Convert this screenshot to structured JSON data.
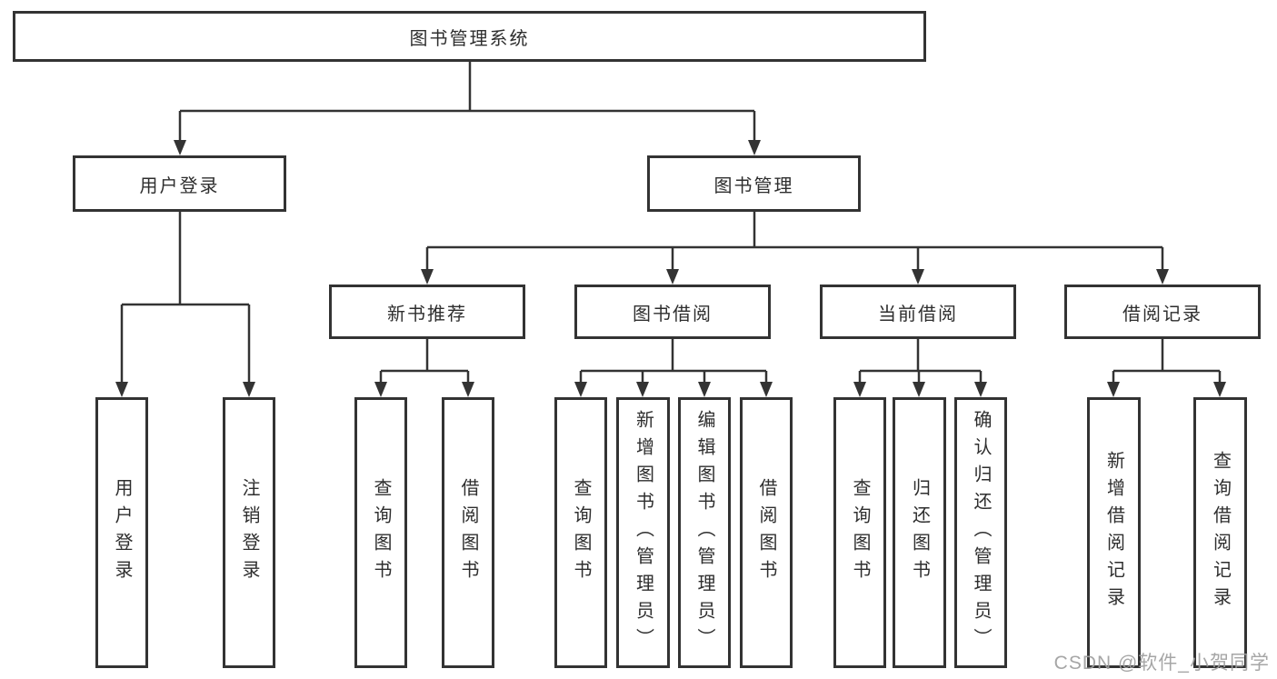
{
  "diagram": {
    "root": {
      "label": "图书管理系统"
    },
    "level2": [
      {
        "id": "user-login",
        "label": "用户登录"
      },
      {
        "id": "book-management",
        "label": "图书管理"
      }
    ],
    "level3": [
      {
        "id": "new-book-recommend",
        "parent": "图书管理",
        "label": "新书推荐"
      },
      {
        "id": "book-borrow",
        "parent": "图书管理",
        "label": "图书借阅"
      },
      {
        "id": "current-borrow",
        "parent": "图书管理",
        "label": "当前借阅"
      },
      {
        "id": "borrow-record",
        "parent": "图书管理",
        "label": "借阅记录"
      }
    ],
    "leaves": [
      {
        "parent": "用户登录",
        "label": "用户登录"
      },
      {
        "parent": "用户登录",
        "label": "注销登录"
      },
      {
        "parent": "新书推荐",
        "label": "查询图书"
      },
      {
        "parent": "新书推荐",
        "label": "借阅图书"
      },
      {
        "parent": "图书借阅",
        "label": "查询图书"
      },
      {
        "parent": "图书借阅",
        "label": "新增图书（管理员）"
      },
      {
        "parent": "图书借阅",
        "label": "编辑图书（管理员）"
      },
      {
        "parent": "图书借阅",
        "label": "借阅图书"
      },
      {
        "parent": "当前借阅",
        "label": "查询图书"
      },
      {
        "parent": "当前借阅",
        "label": "归还图书"
      },
      {
        "parent": "当前借阅",
        "label": "确认归还（管理员）"
      },
      {
        "parent": "借阅记录",
        "label": "新增借阅记录"
      },
      {
        "parent": "借阅记录",
        "label": "查询借阅记录"
      }
    ],
    "watermark": "CSDN @软件_小贺同学",
    "colors": {
      "line": "#333333",
      "box_border": "#333333",
      "background": "#ffffff",
      "watermark": "#9e9e9e"
    }
  }
}
